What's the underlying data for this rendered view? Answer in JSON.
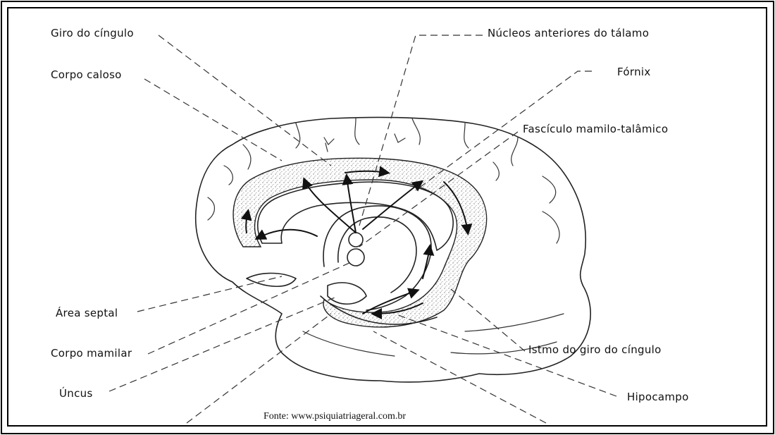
{
  "labels": {
    "giro_do_cingulo": "Giro do cíngulo",
    "corpo_caloso": "Corpo caloso",
    "nucleos_anteriores": "Núcleos anteriores do tálamo",
    "fornix": "Fórnix",
    "fasciculo": "Fascículo mamilo-talâmico",
    "area_septal": "Área septal",
    "corpo_mamilar": "Corpo mamilar",
    "uncus": "Úncus",
    "istmo": "Istmo do giro do cíngulo",
    "hipocampo": "Hipocampo"
  },
  "source": "Fonte: www.psiquiatriageral.com.br"
}
